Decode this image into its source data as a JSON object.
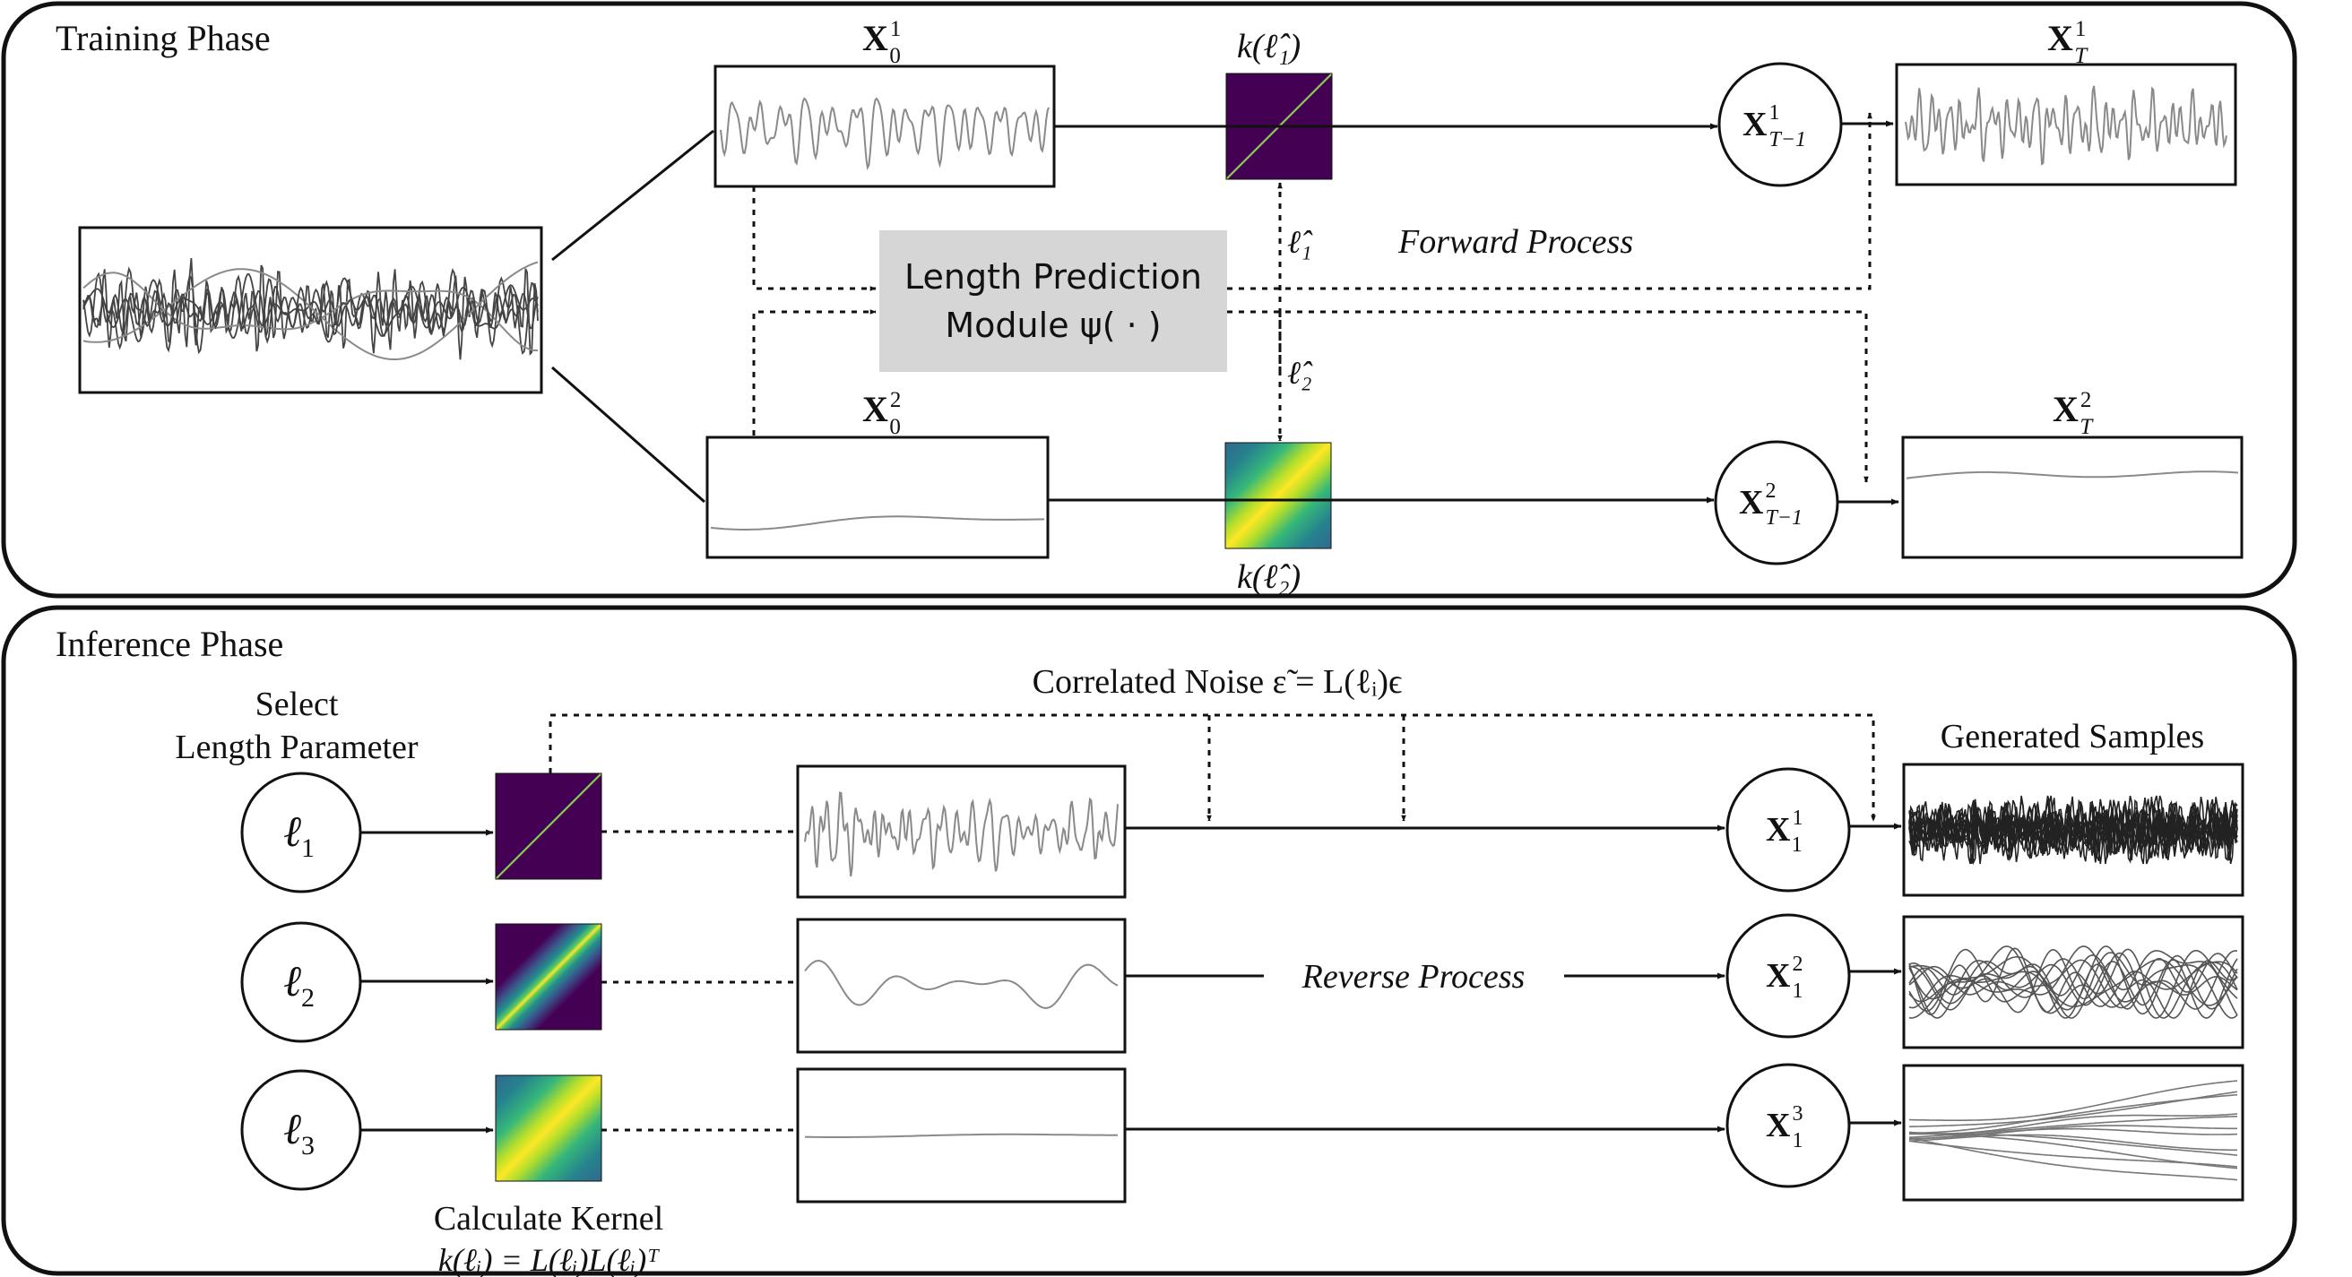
{
  "training": {
    "title": "Training Phase",
    "x0_top": {
      "sym": "X",
      "sub": "0",
      "sup": "1"
    },
    "x0_bottom": {
      "sym": "X",
      "sub": "0",
      "sup": "2"
    },
    "kernel_top_label": "k(ℓ̂₁)",
    "kernel_bottom_label": "k(ℓ̂₂)",
    "lhat_top": "ℓ̂₁",
    "lhat_bottom": "ℓ̂₂",
    "lpm_line1": "Length Prediction",
    "lpm_line2": "Module ψ( · )",
    "forward_process": "Forward Process",
    "xt1_top": {
      "sym": "X",
      "sub": "T−1",
      "sup": "1"
    },
    "xt1_bottom": {
      "sym": "X",
      "sub": "T−1",
      "sup": "2"
    },
    "xt_top": {
      "sym": "X",
      "sub": "T",
      "sup": "1"
    },
    "xt_bottom": {
      "sym": "X",
      "sub": "T",
      "sup": "2"
    }
  },
  "inference": {
    "title": "Inference Phase",
    "select_line1": "Select",
    "select_line2": "Length Parameter",
    "ell_nodes": [
      {
        "sym": "ℓ",
        "sub": "1"
      },
      {
        "sym": "ℓ",
        "sub": "2"
      },
      {
        "sym": "ℓ",
        "sub": "3"
      }
    ],
    "correlated_noise": "Correlated Noise ε̃ = L(ℓᵢ)ϵ",
    "reverse_process": "Reverse Process",
    "x1_nodes": [
      {
        "sym": "X",
        "sub": "1",
        "sup": "1"
      },
      {
        "sym": "X",
        "sub": "1",
        "sup": "2"
      },
      {
        "sym": "X",
        "sub": "1",
        "sup": "3"
      }
    ],
    "generated_samples": "Generated Samples",
    "calc_kernel_line1": "Calculate Kernel",
    "calc_kernel_line2": "k(ℓᵢ) = L(ℓᵢ)L(ℓᵢ)ᵀ"
  },
  "colors": {
    "viridis_dark": "#440154",
    "viridis_mid": "#21918c",
    "viridis_light": "#fde725",
    "module_fill": "#d6d6d6",
    "signal_gray": "#8a8a8a"
  }
}
